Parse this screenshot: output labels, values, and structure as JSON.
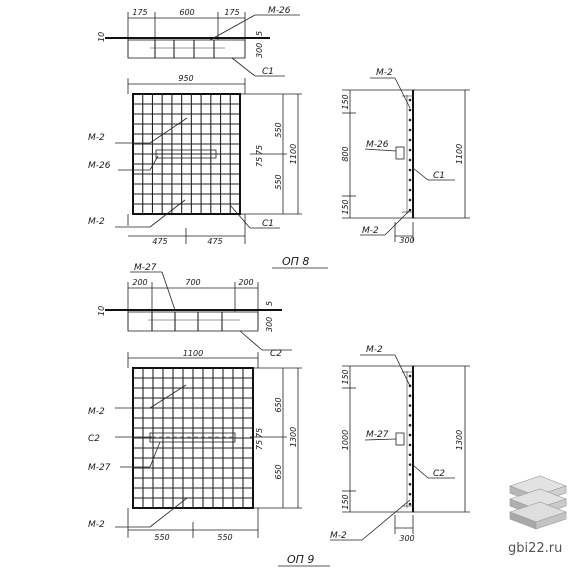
{
  "op8": {
    "title": "ОП 8",
    "top_dims": [
      "175",
      "600",
      "175"
    ],
    "top_mark": "М-26",
    "top_side_dims": [
      "5",
      "300"
    ],
    "top_left_dim": "10",
    "top_c": "С1",
    "width_dim": "950",
    "front_marks": [
      "М-2",
      "М-26",
      "М-2"
    ],
    "front_c": "С1",
    "bottom_dims": [
      "475",
      "475"
    ],
    "right_dims": [
      "550",
      "550"
    ],
    "mid_dims": [
      "75",
      "75"
    ],
    "height_dim": "1100",
    "side_marks": [
      "М-2",
      "М-26",
      "М-2"
    ],
    "side_c": "С1",
    "side_dims": [
      "150",
      "800",
      "150"
    ],
    "side_height": "1100",
    "side_depth": "300"
  },
  "op9": {
    "title": "ОП 9",
    "top_dims": [
      "200",
      "700",
      "200"
    ],
    "top_mark": "М-27",
    "top_side_dims": [
      "5",
      "300"
    ],
    "top_left_dim": "10",
    "top_c": "С2",
    "width_dim": "1100",
    "front_marks": [
      "М-2",
      "С2",
      "М-27",
      "М-2"
    ],
    "bottom_dims": [
      "550",
      "550"
    ],
    "right_dims": [
      "650",
      "650"
    ],
    "mid_dims": [
      "75",
      "75"
    ],
    "height_dim": "1300",
    "side_marks": [
      "М-2",
      "М-27",
      "М-2"
    ],
    "side_c": "С2",
    "side_dims": [
      "150",
      "1000",
      "150"
    ],
    "side_height": "1300",
    "side_depth": "300"
  },
  "watermark": "gbi22.ru",
  "logo_icon": "stacked-slabs-icon"
}
